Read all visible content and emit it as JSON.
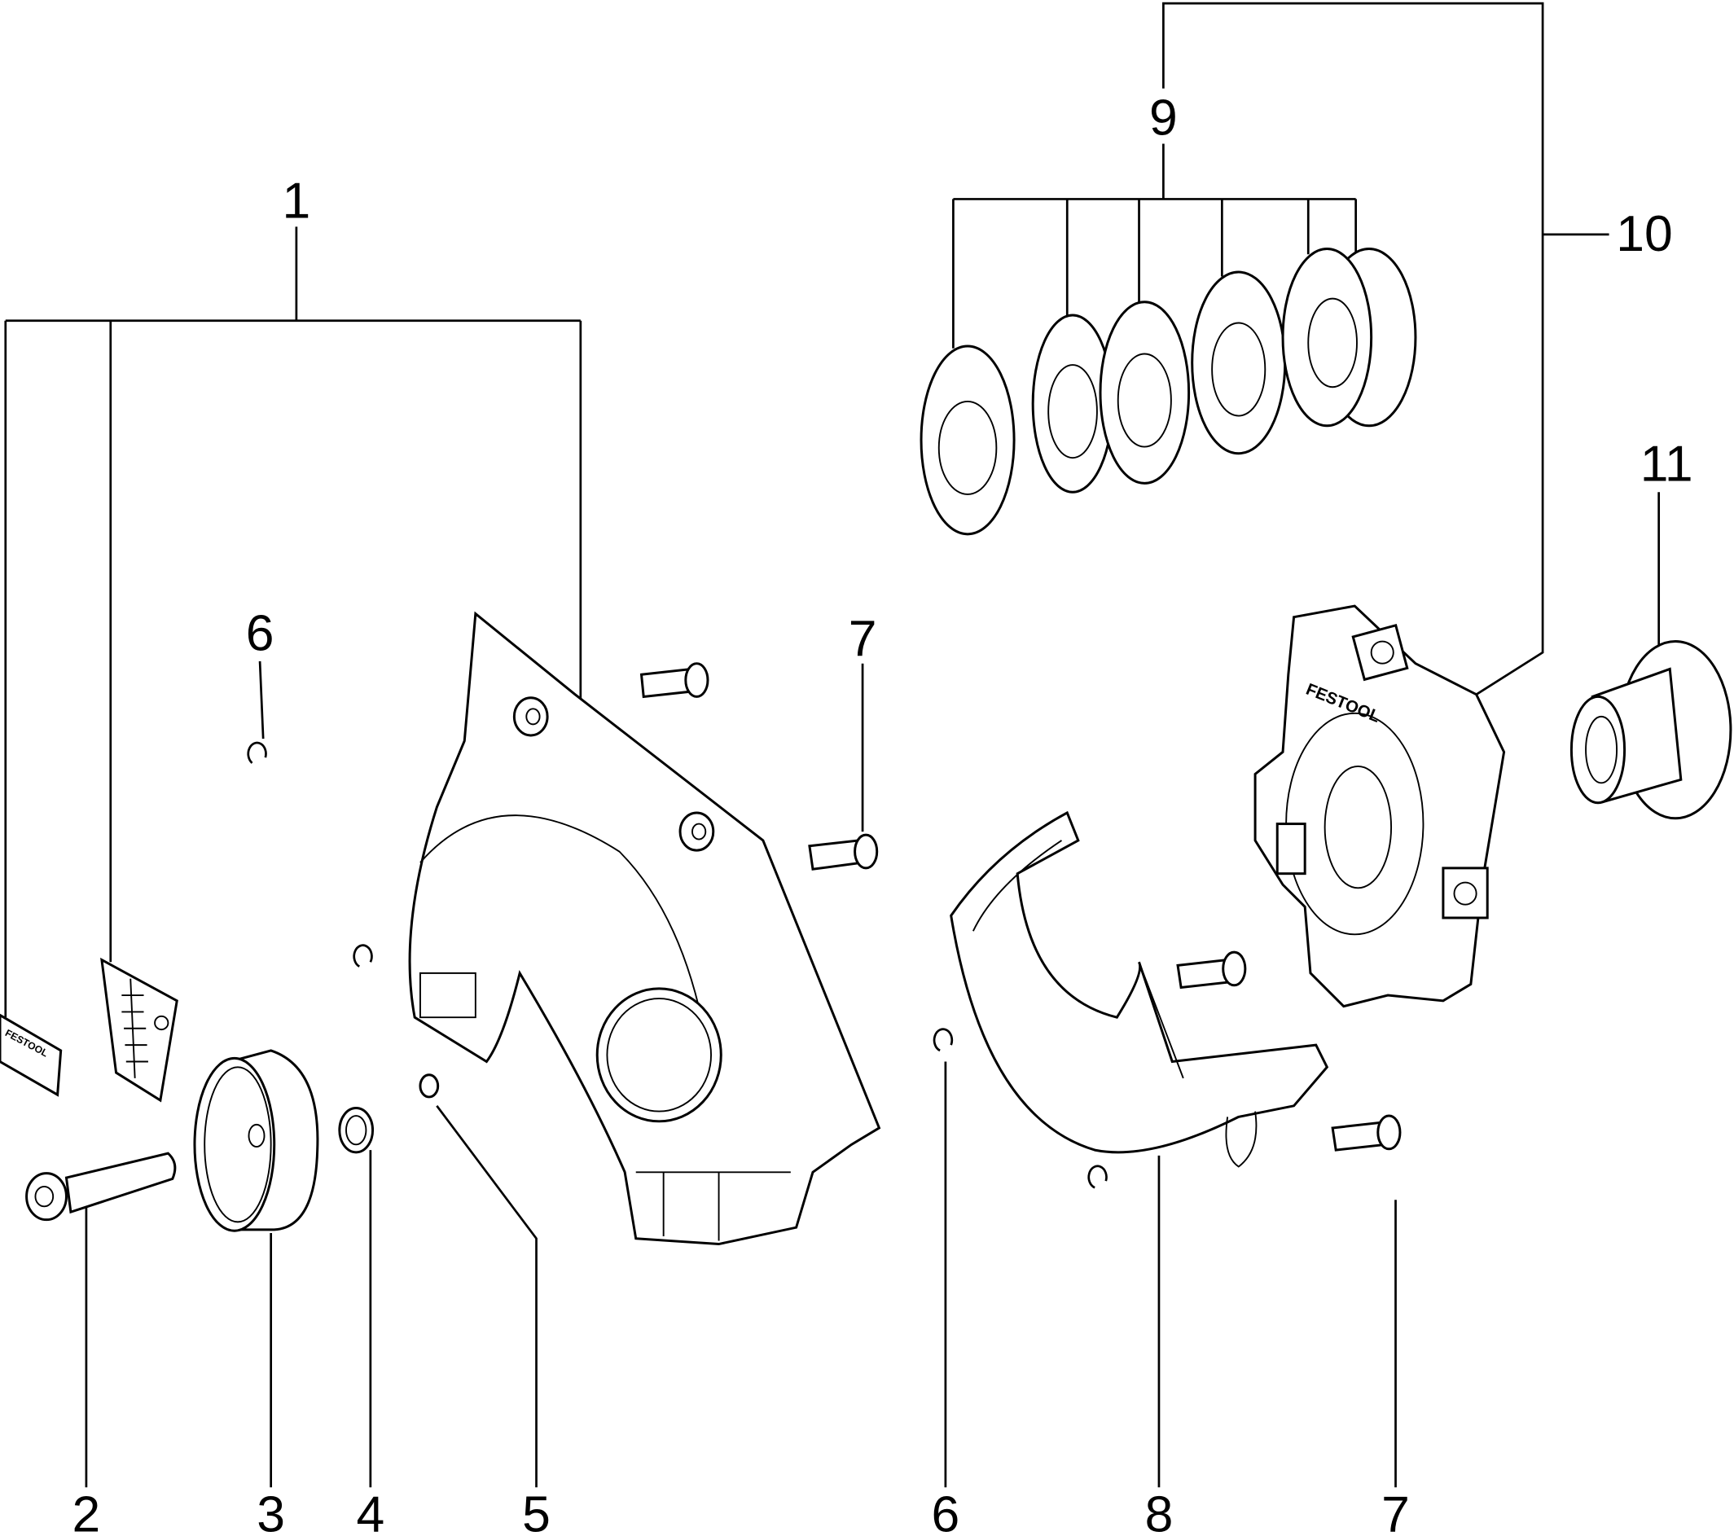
{
  "title": "Exploded parts diagram",
  "callouts": {
    "c1": "1",
    "c2": "2",
    "c3": "3",
    "c4": "4",
    "c5": "5",
    "c6a": "6",
    "c6b": "6",
    "c7a": "7",
    "c7b": "7",
    "c8": "8",
    "c9": "9",
    "c10": "10",
    "c11": "11"
  },
  "brand_text": "FESTOOL",
  "colors": {
    "line": "#000000",
    "background": "#ffffff"
  }
}
